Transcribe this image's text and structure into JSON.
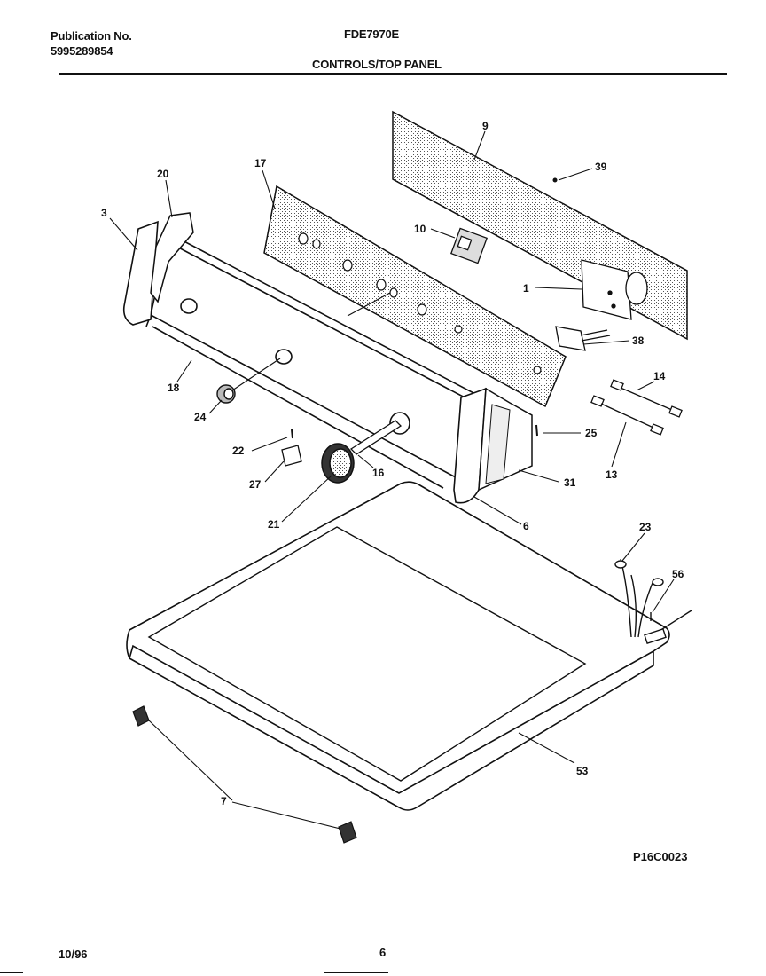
{
  "header": {
    "publication_label": "Publication No.",
    "publication_number": "5995289854",
    "model": "FDE7970E",
    "section_title": "CONTROLS/TOP PANEL"
  },
  "callouts": {
    "c1": "1",
    "c3": "3",
    "c6": "6",
    "c7": "7",
    "c9": "9",
    "c10": "10",
    "c13": "13",
    "c14": "14",
    "c16": "16",
    "c17": "17",
    "c18": "18",
    "c20": "20",
    "c21": "21",
    "c22": "22",
    "c23": "23",
    "c24": "24",
    "c25": "25",
    "c27": "27",
    "c31": "31",
    "c38": "38",
    "c39": "39",
    "c53": "53",
    "c56": "56"
  },
  "footer": {
    "part_code": "P16C0023",
    "date": "10/96",
    "page": "6"
  }
}
